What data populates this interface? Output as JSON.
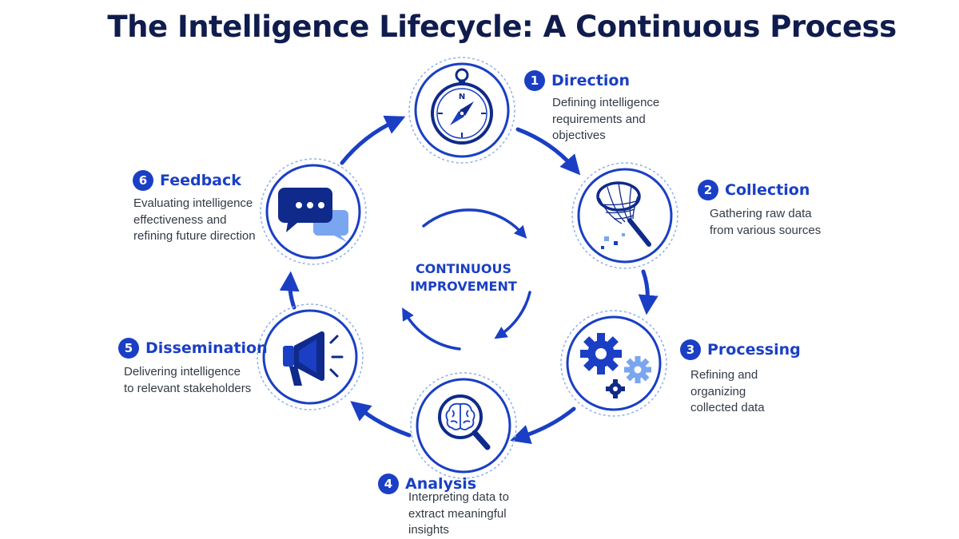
{
  "title": "The Intelligence Lifecycle: A Continuous Process",
  "center": {
    "line1": "CONTINUOUS",
    "line2": "IMPROVEMENT"
  },
  "steps": [
    {
      "number": "1",
      "title": "Direction",
      "description": "Defining intelligence requirements and objectives",
      "icon": "compass-icon"
    },
    {
      "number": "2",
      "title": "Collection",
      "description": "Gathering raw data from various sources",
      "icon": "net-icon"
    },
    {
      "number": "3",
      "title": "Processing",
      "description": "Refining and organizing collected data",
      "icon": "gears-icon"
    },
    {
      "number": "4",
      "title": "Analysis",
      "description": "Interpreting data to extract meaningful insights",
      "icon": "brain-magnifier-icon"
    },
    {
      "number": "5",
      "title": "Dissemination",
      "description": "Delivering intelligence to relevant stakeholders",
      "icon": "megaphone-icon"
    },
    {
      "number": "6",
      "title": "Feedback",
      "description": "Evaluating intelligence effectiveness and refining future direction",
      "icon": "chat-bubbles-icon"
    }
  ],
  "colors": {
    "primary": "#1a3fc4",
    "navy": "#0f1c4d",
    "light_blue": "#7aa6f0"
  }
}
